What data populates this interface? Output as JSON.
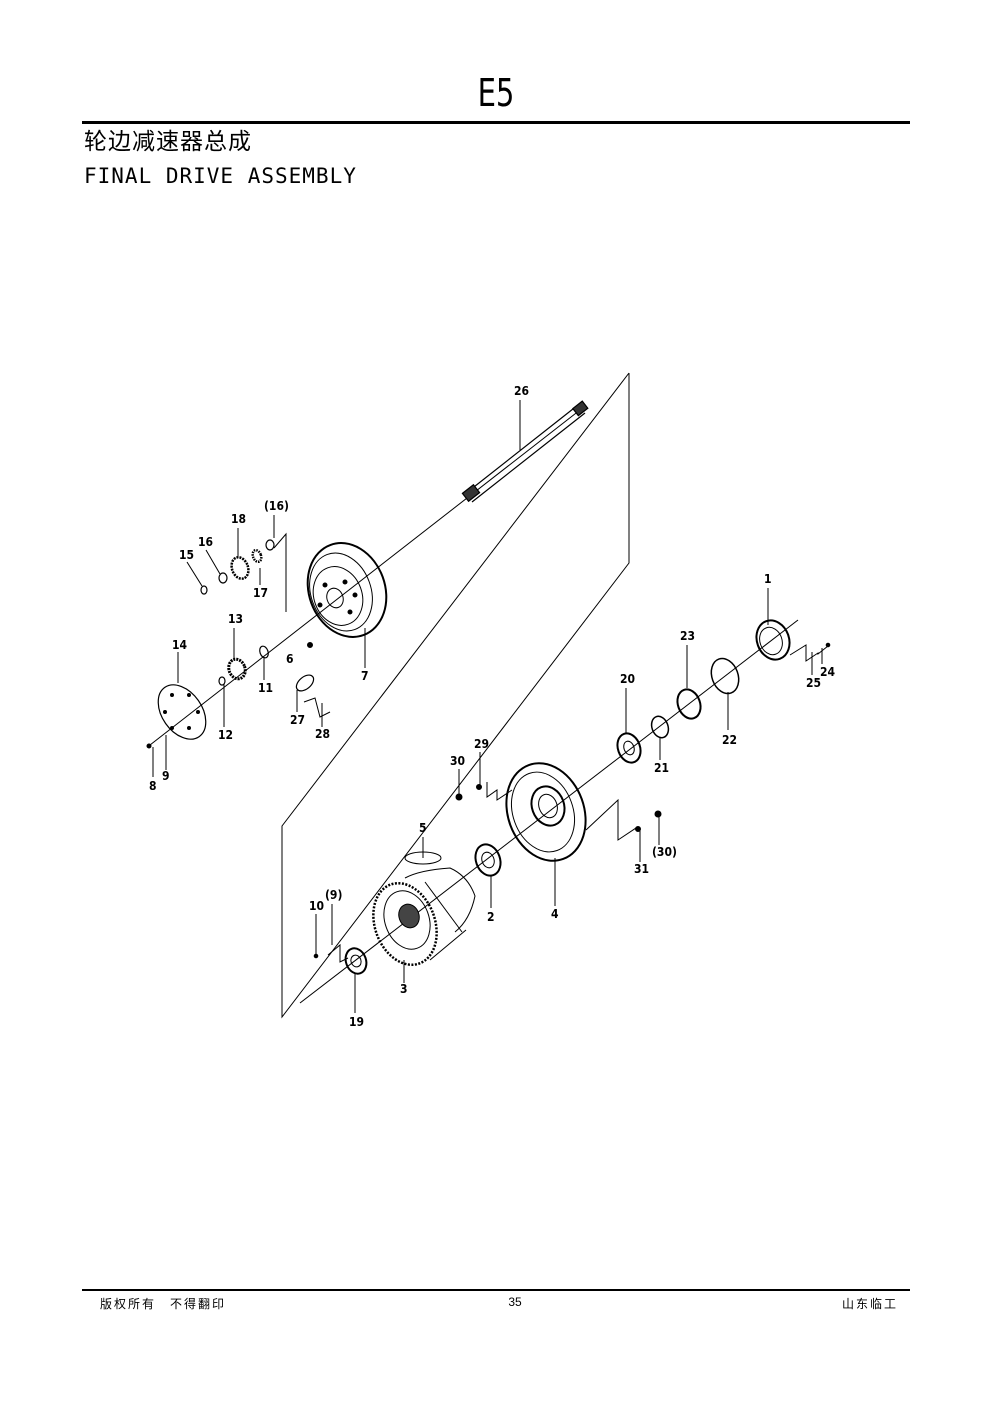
{
  "header": {
    "page_code": "E5",
    "title_cn": "轮边减速器总成",
    "title_en": "FINAL DRIVE ASSEMBLY"
  },
  "diagram": {
    "callouts": {
      "p1": "1",
      "p2": "2",
      "p3": "3",
      "p4": "4",
      "p5": "5",
      "p6": "6",
      "p7": "7",
      "p8": "8",
      "p9": "9",
      "p9ref": "(9)",
      "p10": "10",
      "p11": "11",
      "p12": "12",
      "p13": "13",
      "p14": "14",
      "p15": "15",
      "p16": "16",
      "p16ref": "(16)",
      "p17": "17",
      "p18": "18",
      "p19": "19",
      "p20": "20",
      "p21": "21",
      "p22": "22",
      "p23": "23",
      "p24": "24",
      "p25": "25",
      "p26": "26",
      "p27": "27",
      "p28": "28",
      "p29": "29",
      "p30": "30",
      "p30ref": "(30)",
      "p31": "31"
    }
  },
  "footer": {
    "left": "版权所有　不得翻印",
    "page_number": "35",
    "right": "山东临工"
  }
}
